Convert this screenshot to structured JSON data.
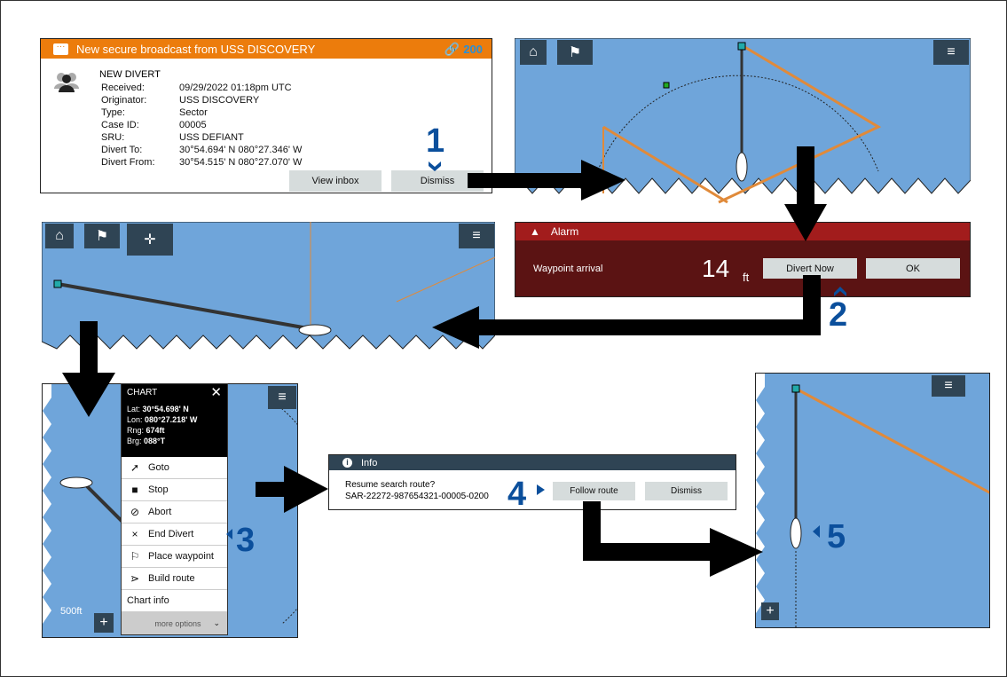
{
  "broadcast": {
    "title": "New secure broadcast from USS DISCOVERY",
    "count": "200",
    "heading": "NEW DIVERT",
    "fields": [
      {
        "k": "Received:",
        "v": "09/29/2022 01:18pm UTC"
      },
      {
        "k": "Originator:",
        "v": "USS DISCOVERY"
      },
      {
        "k": "Type:",
        "v": "Sector"
      },
      {
        "k": "Case ID:",
        "v": "00005"
      },
      {
        "k": "SRU:",
        "v": "USS DEFIANT"
      },
      {
        "k": "Divert To:",
        "v": "30°54.694' N 080°27.346' W"
      },
      {
        "k": "Divert From:",
        "v": "30°54.515' N 080°27.070' W"
      }
    ],
    "view_inbox": "View inbox",
    "dismiss": "Dismiss"
  },
  "alarm": {
    "title": "Alarm",
    "message": "Waypoint arrival",
    "value": "14",
    "unit": "ft",
    "divert_now": "Divert Now",
    "ok": "OK"
  },
  "menu": {
    "title": "CHART",
    "lat_label": "Lat:",
    "lat": "30°54.698' N",
    "lon_label": "Lon:",
    "lon": "080°27.218' W",
    "rng_label": "Rng:",
    "rng": "674ft",
    "brg_label": "Brg:",
    "brg": "088°T",
    "items": [
      "Goto",
      "Stop",
      "Abort",
      "End Divert",
      "Place waypoint",
      "Build route",
      "Chart info"
    ],
    "more": "more options"
  },
  "scale": "500ft",
  "info": {
    "title": "Info",
    "line1": "Resume search route?",
    "line2": "SAR-22272-987654321-00005-0200",
    "follow": "Follow route",
    "dismiss": "Dismiss"
  },
  "steps": [
    "1",
    "2",
    "3",
    "4",
    "5"
  ],
  "colors": {
    "orange": "#ec7c0c",
    "sea": "#6fa5da",
    "alarm_head": "#a21c1c",
    "alarm_body": "#5b1313",
    "info_head": "#2f4454",
    "step": "#0b4f9c"
  }
}
